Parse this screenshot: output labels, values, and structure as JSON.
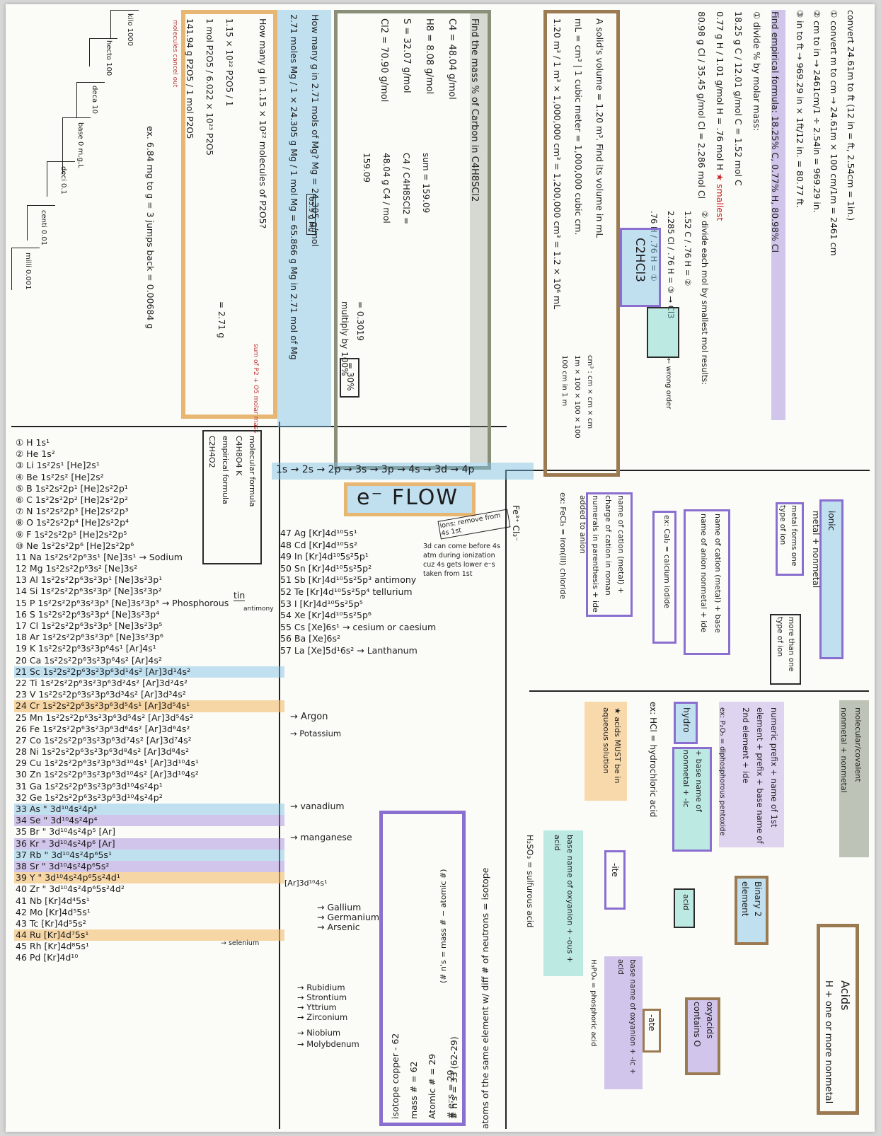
{
  "conversion": {
    "title": "convert 24.61m to ft (12 in = ft, 2.54cm = 1in.)",
    "step1": "① convert m to cm → 24.61m × 100 cm/1m = 2461 cm",
    "step2": "② cm to in → 2461cm/1 ÷ 2.54in = 969.29 in.",
    "step3": "③ in to ft → 969.29 in × 1ft/12 in. = 80.77 ft."
  },
  "empirical": {
    "title": "Find empirical formula: 18.25% C, 0.77% H, 80.98% Cl",
    "step1": "① divide % by molar mass:",
    "c_line": "18.25 g C / 12.01 g/mol C = 1.52 mol C",
    "h_line": "0.77 g H / 1.01 g/mol H = .76 mol H",
    "smallest": "★ smallest",
    "cl_line": "80.98 g Cl / 35.45 g/mol Cl = 2.286 mol Cl",
    "step2": "② divide each mol by smallest mol results:",
    "ratio_c": "1.52 C / .76 H = ②",
    "ratio_cl": "2.285 Cl / .76 H = ③ → Cl3",
    "ratio_h": ".76 H / .76 H = ①",
    "answer": "C2HCl3",
    "wrong": "← wrong order"
  },
  "volume": {
    "title": "A solid's volume = 1.20 m³. Find its volume in mL",
    "line2": "mL = cm³ | 1 cubic meter = 1,000,000 cubic cm.",
    "calc": "1.20 m³ / 1 m³ × 1,000,000 cm³ = 1,200,000 cm³ = 1.2 × 10⁶ mL",
    "cube": "cm³ : cm × cm × cm",
    "cube2": "1m × 100 × 100 × 100",
    "cube3": "100 cm in 1 m"
  },
  "masspct": {
    "title": "Find the mass % of Carbon in C4H8SCl2",
    "c4": "C4 = 48.04 g/mol",
    "h8": "H8 = 8.08 g/mol",
    "s": "S = 32.07 g/mol",
    "cl2": "Cl2 = 70.90 g/mol",
    "sum": "sum = 159.09",
    "frac": "C4 / C4H8SCl2 =",
    "frac2": "48.04 g C4 / mol",
    "frac3": "159.09",
    "result": "= 0.3019",
    "mult": "multiply by 100%",
    "pct": "= 30%"
  },
  "magnesium": {
    "title": "How many g in 2.71 mols of Mg? Mg = 24.305 g/mol",
    "calc": "2.71 moles Mg / 1 × 24.305 g Mg / 1 mol Mg = 65.866 g Mg in 2.71 mol of Mg",
    "boxed": "65.9 g Mg"
  },
  "phosphorus": {
    "title": "How many g in 1.15 × 10²² molecules of P2O5?",
    "note": "sum of P2 + O5 molar mass",
    "calc1": "1.15 × 10²² P2O5 / 1",
    "calc2": "1 mol P2O5 / 6.022 × 10²³ P2O5",
    "calc3": "141.94 g P2O5 / 1 mol P2O5",
    "result": "= 2.71 g",
    "cancel": "molecules cancel out"
  },
  "molecular": {
    "l1": "molecular formula",
    "l2": "C4H8O4 K",
    "l3": "empirical formula",
    "l4": "C2H4O2"
  },
  "metric": {
    "kilo": "kilo 1000",
    "hecto": "hecto 100",
    "deca": "deca 10",
    "base": "base 0 m,g,L",
    "deci": "deci 0.1",
    "centi": "centi 0.01",
    "milli": "milli 0.001",
    "example": "ex. 6.84 mg to g = 3 jumps back = 0.00684 g"
  },
  "eflow": {
    "sequence": "1s → 2s → 2p → 3s → 3p → 4s → 3d → 4p",
    "label": "e⁻ FLOW",
    "ions": "ions: remove from 4s 1st",
    "note": "3d can come before 4s atm during ionization cuz 4s gets lower e⁻s taken from 1st"
  },
  "elements": [
    {
      "t": "① H 1s¹",
      "c": ""
    },
    {
      "t": "② He 1s²",
      "c": ""
    },
    {
      "t": "③ Li 1s²2s¹  [He]2s¹",
      "c": ""
    },
    {
      "t": "④ Be 1s²2s²  [He]2s²",
      "c": ""
    },
    {
      "t": "⑤ B 1s²2s²2p¹ [He]2s²2p¹",
      "c": ""
    },
    {
      "t": "⑥ C 1s²2s²2p² [He]2s²2p²",
      "c": ""
    },
    {
      "t": "⑦ N 1s²2s²2p³ [He]2s²2p³",
      "c": ""
    },
    {
      "t": "⑧ O 1s²2s²2p⁴ [He]2s²2p⁴",
      "c": ""
    },
    {
      "t": "⑨ F 1s²2s²2p⁵ [He]2s²2p⁵",
      "c": ""
    },
    {
      "t": "⑩ Ne 1s²2s²2p⁶ [He]2s²2p⁶",
      "c": ""
    },
    {
      "t": "11 Na 1s²2s²2p⁶3s¹ [Ne]3s¹  → Sodium",
      "c": ""
    },
    {
      "t": "12 Mg 1s²2s²2p⁶3s² [Ne]3s²",
      "c": ""
    },
    {
      "t": "13 Al 1s²2s²2p⁶3s²3p¹ [Ne]3s²3p¹",
      "c": ""
    },
    {
      "t": "14 Si 1s²2s²2p⁶3s²3p² [Ne]3s²3p²",
      "c": ""
    },
    {
      "t": "15 P 1s²2s²2p⁶3s²3p³ [Ne]3s²3p³ → Phosphorous",
      "c": ""
    },
    {
      "t": "16 S 1s²2s²2p⁶3s²3p⁴ [Ne]3s²3p⁴",
      "c": ""
    },
    {
      "t": "17 Cl 1s²2s²2p⁶3s²3p⁵ [Ne]3s²3p⁵",
      "c": ""
    },
    {
      "t": "18 Ar 1s²2s²2p⁶3s²3p⁶ [Ne]3s²3p⁶",
      "c": ""
    },
    {
      "t": "19 K 1s²2s²2p⁶3s²3p⁶4s¹ [Ar]4s¹",
      "c": ""
    },
    {
      "t": "20 Ca 1s²2s²2p⁶3s²3p⁶4s² [Ar]4s²",
      "c": ""
    },
    {
      "t": "21 Sc 1s²2s²2p⁶3s²3p⁶3d¹4s² [Ar]3d¹4s²",
      "c": "blue"
    },
    {
      "t": "22 Ti 1s²2s²2p⁶3s²3p⁶3d²4s² [Ar]3d²4s²",
      "c": ""
    },
    {
      "t": "23 V 1s²2s²2p⁶3s²3p⁶3d³4s² [Ar]3d³4s²",
      "c": ""
    },
    {
      "t": "24 Cr 1s²2s²2p⁶3s²3p⁶3d⁵4s¹ [Ar]3d⁵4s¹",
      "c": "orange"
    },
    {
      "t": "25 Mn 1s²2s²2p⁶3s²3p⁶3d⁵4s² [Ar]3d⁵4s²",
      "c": ""
    },
    {
      "t": "26 Fe 1s²2s²2p⁶3s²3p⁶3d⁶4s² [Ar]3d⁶4s²",
      "c": ""
    },
    {
      "t": "27 Co 1s²2s²2p⁶3s²3p⁶3d⁷4s² [Ar]3d⁷4s²",
      "c": ""
    },
    {
      "t": "28 Ni 1s²2s²2p⁶3s²3p⁶3d⁸4s² [Ar]3d⁸4s²",
      "c": ""
    },
    {
      "t": "29 Cu 1s²2s²2p⁶3s²3p⁶3d¹⁰4s¹ [Ar]3d¹⁰4s¹",
      "c": ""
    },
    {
      "t": "30 Zn 1s²2s²2p⁶3s²3p⁶3d¹⁰4s² [Ar]3d¹⁰4s²",
      "c": ""
    },
    {
      "t": "31 Ga 1s²2s²2p⁶3s²3p⁶3d¹⁰4s²4p¹",
      "c": ""
    },
    {
      "t": "32 Ge 1s²2s²2p⁶3s²3p⁶3d¹⁰4s²4p²",
      "c": ""
    },
    {
      "t": "33 As       \"       3d¹⁰4s²4p³",
      "c": "blue"
    },
    {
      "t": "34 Se       \"       3d¹⁰4s²4p⁴",
      "c": "purple"
    },
    {
      "t": "35 Br       \"       3d¹⁰4s²4p⁵ [Ar]",
      "c": ""
    },
    {
      "t": "36 Kr       \"       3d¹⁰4s²4p⁶ [Ar]",
      "c": "purple"
    },
    {
      "t": "37 Rb       \"       3d¹⁰4s²4p⁶5s¹",
      "c": "blue"
    },
    {
      "t": "38 Sr       \"       3d¹⁰4s²4p⁶5s²",
      "c": "purple"
    },
    {
      "t": "39 Y        \"       3d¹⁰4s²4p⁶5s²4d¹",
      "c": "orange"
    },
    {
      "t": "40 Zr       \"       3d¹⁰4s²4p⁶5s²4d²",
      "c": ""
    },
    {
      "t": "41 Nb [Kr]4d⁴5s¹",
      "c": ""
    },
    {
      "t": "42 Mo [Kr]4d⁵5s¹",
      "c": ""
    },
    {
      "t": "43 Tc [Kr]4d⁵5s²",
      "c": ""
    },
    {
      "t": "44 Ru [Kr]4d⁷5s¹",
      "c": "orange"
    },
    {
      "t": "45 Rh [Kr]4d⁸5s¹",
      "c": ""
    },
    {
      "t": "46 Pd [Kr]4d¹⁰",
      "c": ""
    }
  ],
  "elements2": [
    "47 Ag [Kr]4d¹⁰5s¹",
    "48 Cd [Kr]4d¹⁰5s²",
    "49 In [Kr]4d¹⁰5s²5p¹",
    "50 Sn [Kr]4d¹⁰5s²5p²",
    "51 Sb [Kr]4d¹⁰5s²5p³ antimony",
    "52 Te [Kr]4d¹⁰5s²5p⁴ tellurium",
    "53 I [Kr]4d¹⁰5s²5p⁵",
    "54 Xe [Kr]4d¹⁰5s²5p⁶",
    "55 Cs [Xe]6s¹  → cesium or caesium",
    "56 Ba [Xe]6s²",
    "57 La [Xe]5d¹6s² → Lanthanum"
  ],
  "sidenames": {
    "tin": "tin",
    "antimony": "antimony",
    "argon": "→ Argon",
    "potassium": "→ Potassium",
    "vanadium": "→ vanadium",
    "manganese": "→ manganese",
    "ni": "[Ar]3d¹⁰4s¹",
    "gallium": "→ Gallium",
    "germanium": "→ Germanium",
    "arsenic": "→ Arsenic",
    "selenium": "→ selenium",
    "rubidium": "→ Rubidium",
    "strontium": "→ Strontium",
    "yttrium": "→ Yttrium",
    "zirconium": "→ Zirconium",
    "niobium": "→ Niobium",
    "molybdenum": "→ Molybdenum"
  },
  "isotope": {
    "title": "isotope copper - 62",
    "mass": "mass # = 62",
    "atomic": "Atomic # = 29",
    "electrons": "# e⁻s = 29",
    "neutrons": "# n's = 33  (62-29)",
    "formula": "(# n's = mass # − atomic #)",
    "definition": "atoms of the same element w/ diff # of neutrons = isotope"
  },
  "ionic": {
    "header": "ionic",
    "sub": "metal + nonmetal",
    "one": "metal forms one type of ion",
    "more": "more than one type of ion",
    "rule1": "name of cation (metal) + base name of anion nonmetal + ide",
    "ex1": "ex: CaI₂ = calcium iodide",
    "rule2": "name of cation (metal) + charge of cation in roman numerals in parenthesis + ide added to anion",
    "ex2": "ex: FeCl₃ = iron(III) chloride",
    "fe": "Fe³⁺ Cl₃⁻"
  },
  "molecular_cov": {
    "header": "molecular/covalent",
    "sub": "nonmetal + nonmetal",
    "rule": "numeric prefix + name of 1st element + prefix + base name of 2nd element + ide",
    "ex": "ex: P₂O₅ = diphosphorous pentoxide"
  },
  "acids": {
    "header": "Acids",
    "sub": "H + one or more nonmetal",
    "binary": "Binary 2 element",
    "hydro": "hydro",
    "base": "+ base name of nonmetal + -ic",
    "acid": "acid",
    "ex": "ex: HCl = hydrochloric acid",
    "note": "★ acids MUST be in aqueous solution",
    "oxy": "oxyacids contains O",
    "ite": "-ite",
    "ate": "-ate",
    "ite_rule": "base name of oxyanion + -ous + acid",
    "ate_rule": "base name of oxyanion + -ic + acid",
    "h2so3": "H₂SO₃ = sulfurous acid",
    "h3po4": "H₃PO₄ = phosphoric acid"
  }
}
